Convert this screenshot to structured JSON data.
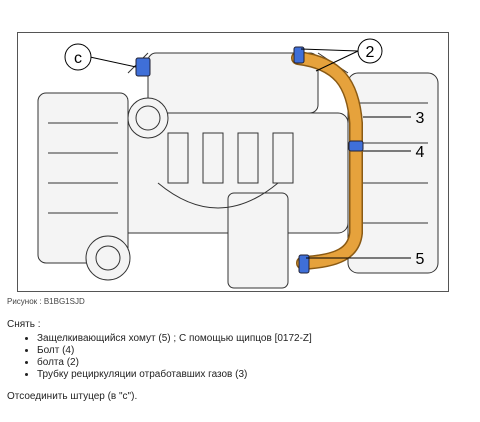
{
  "figure": {
    "caption": "Рисунок : B1BG1SJD",
    "callouts": {
      "c": "c",
      "n2": "2",
      "n3": "3",
      "n4": "4",
      "n5": "5"
    },
    "colors": {
      "pipe": "#e6a23c",
      "clamp": "#3f6fd8",
      "line": "#333333"
    }
  },
  "instructions": {
    "remove_label": "Снять :",
    "steps": [
      "Защелкивающийся хомут (5) ; С помощью щипцов [0172-Z]",
      "Болт (4)",
      "болта (2)",
      "Трубку рециркуляции отработавших газов (3)"
    ],
    "footer": "Отсоединить штуцер  (в \"с\")."
  }
}
